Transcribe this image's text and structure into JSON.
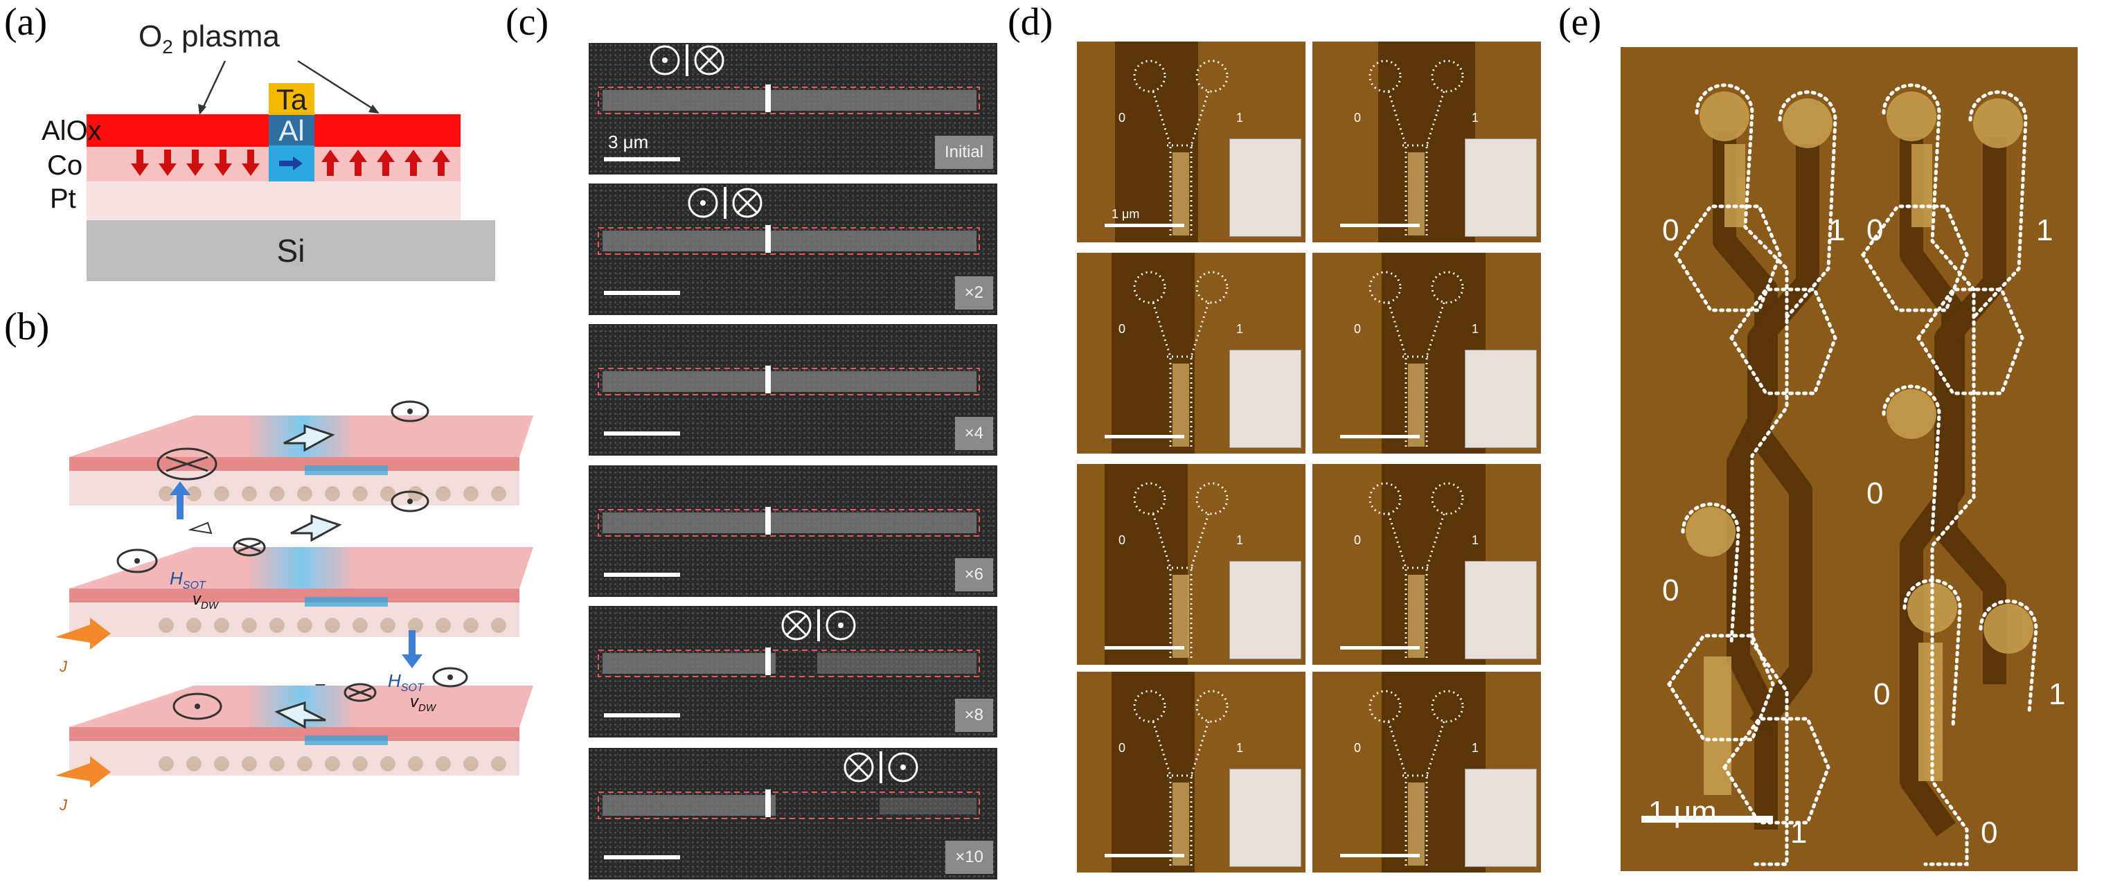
{
  "panels": {
    "a": "(a)",
    "b": "(b)",
    "c": "(c)",
    "d": "(d)",
    "e": "(e)"
  },
  "panel_a": {
    "plasma_label": "O",
    "plasma_sub": "2",
    "plasma_suffix": " plasma",
    "layers": {
      "aloxlabel": "AlOx",
      "co": "Co",
      "pt": "Pt",
      "si": "Si",
      "ta": "Ta",
      "al": "Al"
    }
  },
  "panel_b": {
    "hsot": "H",
    "hsot_sub": "SOT",
    "vdw": "v",
    "vdw_sub": "DW",
    "current": "J"
  },
  "panel_c": {
    "scale_label": "3 μm",
    "tags": [
      "Initial",
      "×2",
      "×4",
      "×6",
      "×8",
      "×10"
    ]
  },
  "panel_d": {
    "scale_label": "1 μm",
    "digits": [
      "0",
      "1"
    ]
  },
  "panel_e": {
    "scale_label": "1 μm",
    "labels": [
      "0",
      "1",
      "0",
      "1",
      "0",
      "0",
      "0",
      "1",
      "1",
      "0"
    ]
  },
  "colors": {
    "alox": "#ff0d0d",
    "co": "#f7c1c1",
    "pt": "#f9e2e2",
    "si": "#bdbdbd",
    "ta": "#f5b800",
    "al": "#2e6fa3",
    "afm_bright": "#c8a050",
    "afm_dark": "#5a3508"
  }
}
